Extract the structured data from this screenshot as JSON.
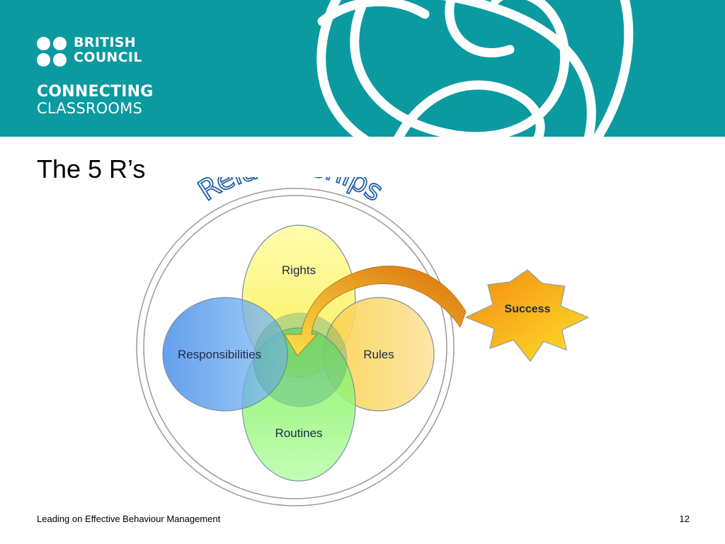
{
  "banner": {
    "brand_line1": "BRITISH",
    "brand_line2": "COUNCIL",
    "tagline_line1": "CONNECTING",
    "tagline_line2": "CLASSROOMS",
    "color": "#0b9aa0"
  },
  "slide": {
    "title": "The 5 R’s"
  },
  "diagram": {
    "arc_label": "Relationships",
    "nodes": {
      "top": "Rights",
      "left": "Responsibilities",
      "right": "Rules",
      "bottom": "Routines"
    },
    "outcome": "Success",
    "colors": {
      "top": "#fcf46c",
      "left": "#3d8fe8",
      "right": "#fbd35a",
      "bottom": "#8ef56b",
      "star": "#f7a41c",
      "arrow": "#f0a020",
      "arc_text": "#1f5fa8"
    }
  },
  "footer": {
    "text": "Leading on Effective Behaviour Management",
    "page_number": "12"
  }
}
